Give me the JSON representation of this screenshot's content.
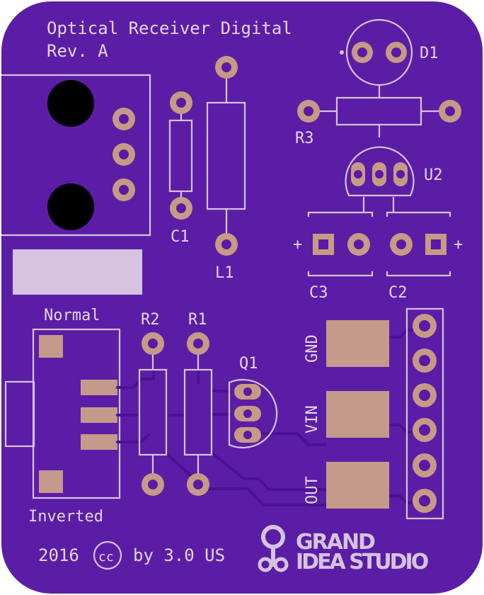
{
  "board": {
    "title_line1": "Optical Receiver Digital",
    "title_line2": "Rev. A",
    "license_year": "2016",
    "license_cc": "cc",
    "license_text": "by 3.0 US",
    "logo_line1": "GRAND",
    "logo_line2": "IDEA STUDIO",
    "colors": {
      "board": "#5c1da6",
      "silkscreen": "#d5c3e0",
      "copper_pad": "#c79a86",
      "trace": "#4a1294"
    }
  },
  "labels": {
    "d1": "D1",
    "r3": "R3",
    "u2": "U2",
    "c1": "C1",
    "l1": "L1",
    "c3": "C3",
    "c2": "C2",
    "plus_left": "+",
    "plus_right": "+",
    "normal": "Normal",
    "inverted": "Inverted",
    "r2": "R2",
    "r1": "R1",
    "q1": "Q1",
    "gnd": "GND",
    "vin": "VIN",
    "out": "OUT"
  }
}
